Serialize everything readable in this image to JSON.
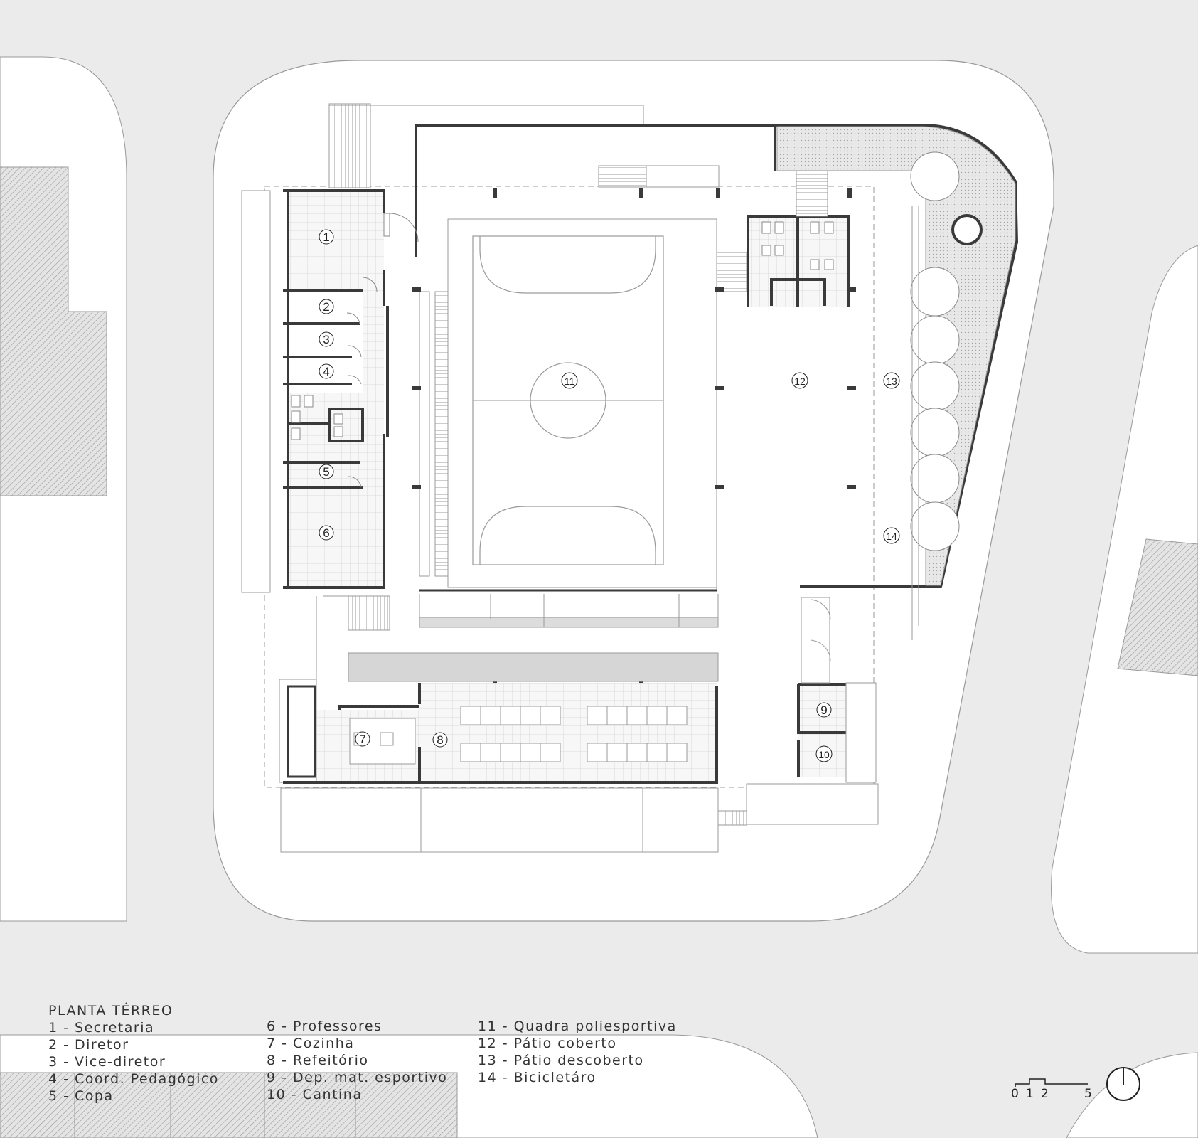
{
  "plan": {
    "title": "PLANTA TÉRREO",
    "room_numbers": [
      "1",
      "2",
      "3",
      "4",
      "5",
      "6",
      "7",
      "8",
      "9",
      "10",
      "11",
      "12",
      "13",
      "14"
    ],
    "legend_col1": [
      "1 - Secretaria",
      "2 - Diretor",
      "3 - Vice-diretor",
      "4 - Coord. Pedagógico",
      "5 - Copa"
    ],
    "legend_col2": [
      "6 - Professores",
      "7 - Cozinha",
      "8 - Refeitório",
      "9 - Dep. mat. esportivo",
      "10 - Cantina"
    ],
    "legend_col3": [
      "11 - Quadra poliesportiva",
      "12 - Pátio coberto",
      "13 - Pátio descoberto",
      "14 - Bicicletáro"
    ],
    "scale_labels": [
      "0",
      "1",
      "2",
      "5"
    ],
    "colors": {
      "street": "#ebebeb",
      "block": "#ffffff",
      "wall": "#3a3a3a",
      "line": "#9a9a9a"
    }
  }
}
